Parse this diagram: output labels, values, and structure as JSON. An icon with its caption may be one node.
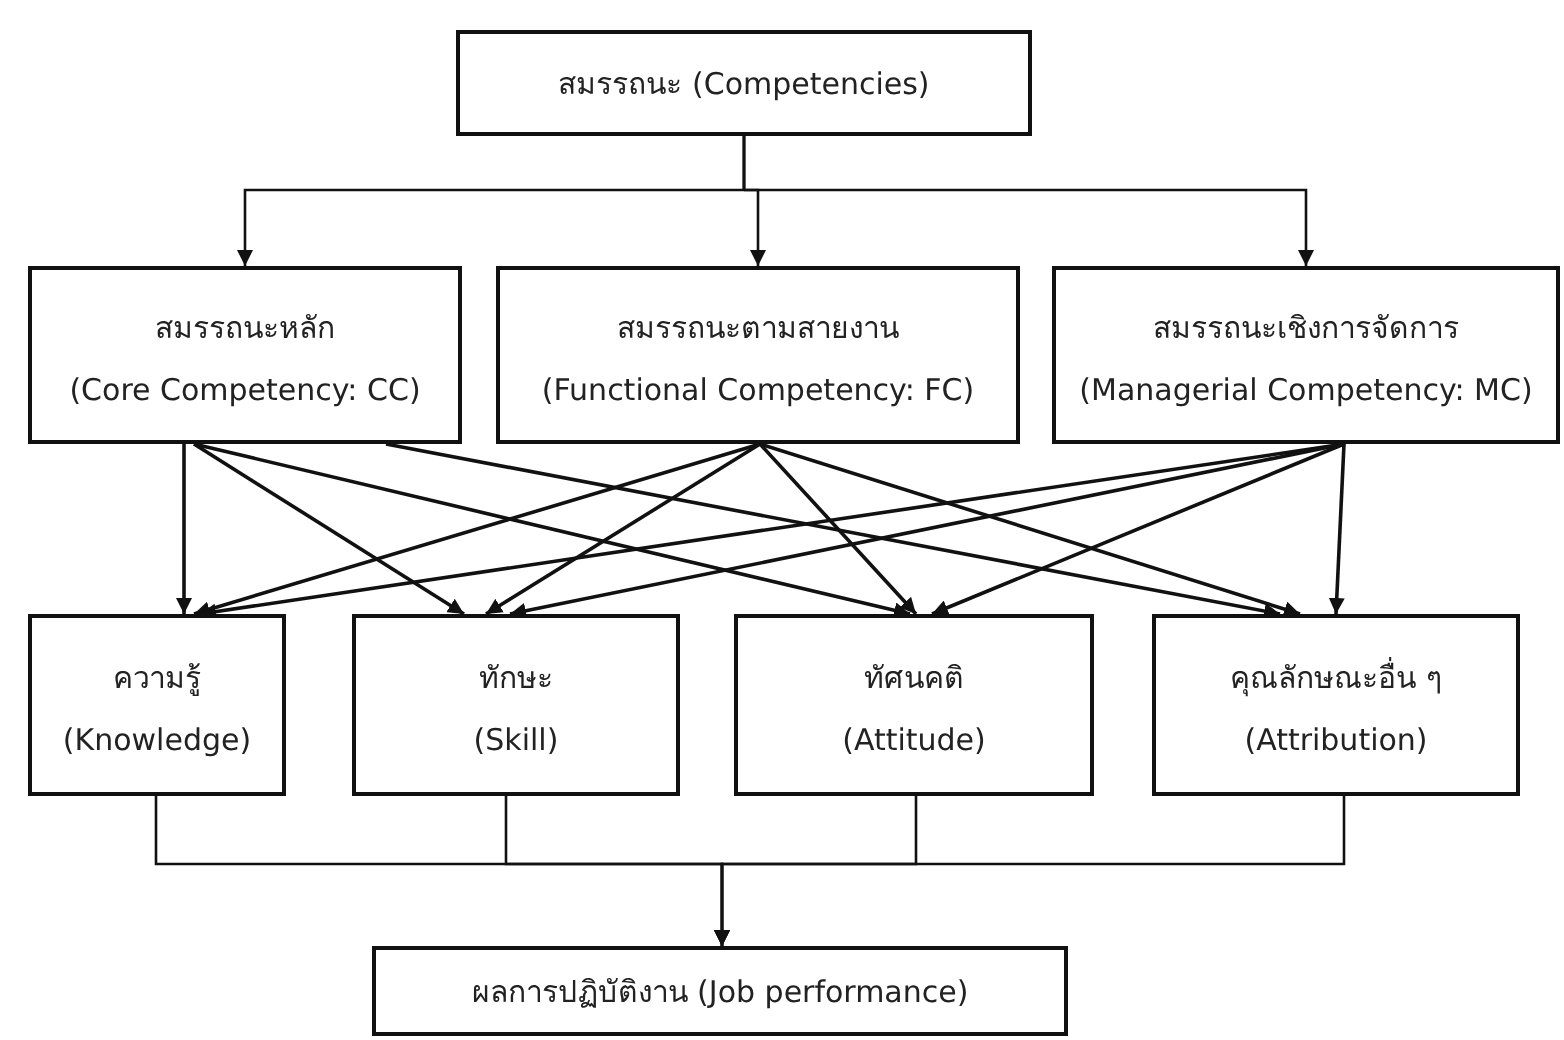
{
  "diagram": {
    "nodes": [
      {
        "text": [
          "สมรรถนะ (Competencies)"
        ]
      },
      {
        "text": [
          "สมรรถนะหลัก",
          "(Core Competency: CC)"
        ]
      },
      {
        "text": [
          "สมรรถนะตามสายงาน",
          "(Functional Competency: FC)"
        ]
      },
      {
        "text": [
          "สมรรถนะเชิงการจัดการ",
          "(Managerial Competency: MC)"
        ]
      },
      {
        "text": [
          "ความรู้",
          "(Knowledge)"
        ]
      },
      {
        "text": [
          "ทักษะ",
          "(Skill)"
        ]
      },
      {
        "text": [
          "ทัศนคติ",
          "(Attitude)"
        ]
      },
      {
        "text": [
          "คุณลักษณะอื่น ๆ",
          "(Attribution)"
        ]
      },
      {
        "text": [
          "ผลการปฏิบัติงาน (Job performance)"
        ]
      }
    ],
    "edges": [
      {
        "from": 0,
        "to": 1,
        "arrow": "to"
      },
      {
        "from": 0,
        "to": 2,
        "arrow": "to"
      },
      {
        "from": 0,
        "to": 3,
        "arrow": "to"
      },
      {
        "from": 1,
        "to": 4,
        "arrow": "to"
      },
      {
        "from": 1,
        "to": 5,
        "arrow": "to"
      },
      {
        "from": 1,
        "to": 6,
        "arrow": "to"
      },
      {
        "from": 1,
        "to": 7,
        "arrow": "to"
      },
      {
        "from": 2,
        "to": 4,
        "arrow": "to"
      },
      {
        "from": 2,
        "to": 5,
        "arrow": "to"
      },
      {
        "from": 2,
        "to": 6,
        "arrow": "to"
      },
      {
        "from": 2,
        "to": 7,
        "arrow": "to"
      },
      {
        "from": 3,
        "to": 4,
        "arrow": "to"
      },
      {
        "from": 3,
        "to": 5,
        "arrow": "to"
      },
      {
        "from": 3,
        "to": 6,
        "arrow": "to"
      },
      {
        "from": 3,
        "to": 7,
        "arrow": "to"
      },
      {
        "from": 4,
        "to": 8,
        "arrow": "to"
      },
      {
        "from": 5,
        "to": 8,
        "arrow": "to"
      },
      {
        "from": 6,
        "to": 8,
        "arrow": "to"
      },
      {
        "from": 7,
        "to": 8,
        "arrow": "to"
      }
    ]
  }
}
